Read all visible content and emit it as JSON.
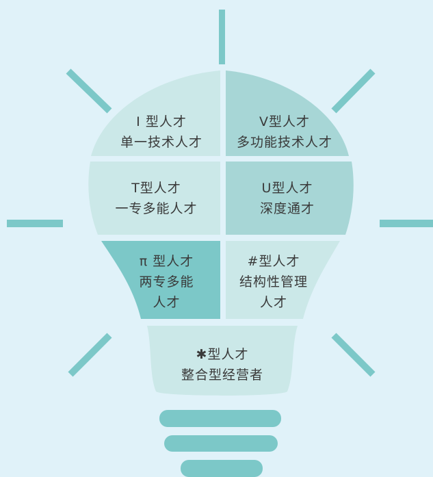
{
  "colors": {
    "background": "#e0f2f9",
    "ray": "#7cc8c8",
    "cell_light": "#cbe8e8",
    "cell_mid": "#a7d6d6",
    "cell_dark": "#7cc8c8",
    "base": "#7cc8c8",
    "text": "#3a3a3a"
  },
  "cells": [
    {
      "id": "i",
      "lines": [
        "I 型人才",
        "单一技术人才"
      ]
    },
    {
      "id": "v",
      "lines": [
        "V型人才",
        "多功能技术人才"
      ]
    },
    {
      "id": "t",
      "lines": [
        "T型人才",
        "一专多能人才"
      ]
    },
    {
      "id": "u",
      "lines": [
        "U型人才",
        "深度通才"
      ]
    },
    {
      "id": "pi",
      "lines": [
        "π 型人才",
        "两专多能",
        "人才"
      ]
    },
    {
      "id": "hash",
      "lines": [
        "#型人才",
        "结构性管理",
        "人才"
      ]
    },
    {
      "id": "star",
      "lines": [
        "✱型人才",
        "整合型经营者"
      ]
    }
  ]
}
